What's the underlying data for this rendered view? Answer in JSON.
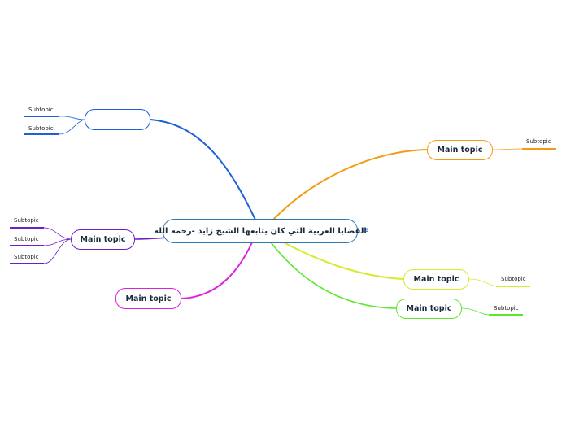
{
  "central_title": "القضايا العربية التي كان يتابعها الشيخ زايد -رحمه الله",
  "menu_glyph": "≡",
  "topics": [
    {
      "id": "blue",
      "label": "",
      "color": "#1f5fd8",
      "subtopics": [
        "Subtopic",
        "Subtopic"
      ]
    },
    {
      "id": "purple",
      "label": "Main topic",
      "color": "#6a1fc8",
      "subtopics": [
        "Subtopic",
        "Subtopic",
        "Subtopic"
      ]
    },
    {
      "id": "magenta",
      "label": "Main topic",
      "color": "#dd22dd",
      "subtopics": []
    },
    {
      "id": "orange",
      "label": "Main topic",
      "color": "#f39c12",
      "subtopics": [
        "Subtopic"
      ]
    },
    {
      "id": "yellow",
      "label": "Main topic",
      "color": "#d9ea2a",
      "subtopics": [
        "Subtopic"
      ]
    },
    {
      "id": "green",
      "label": "Main topic",
      "color": "#5ee62e",
      "subtopics": [
        "Subtopic"
      ]
    }
  ]
}
